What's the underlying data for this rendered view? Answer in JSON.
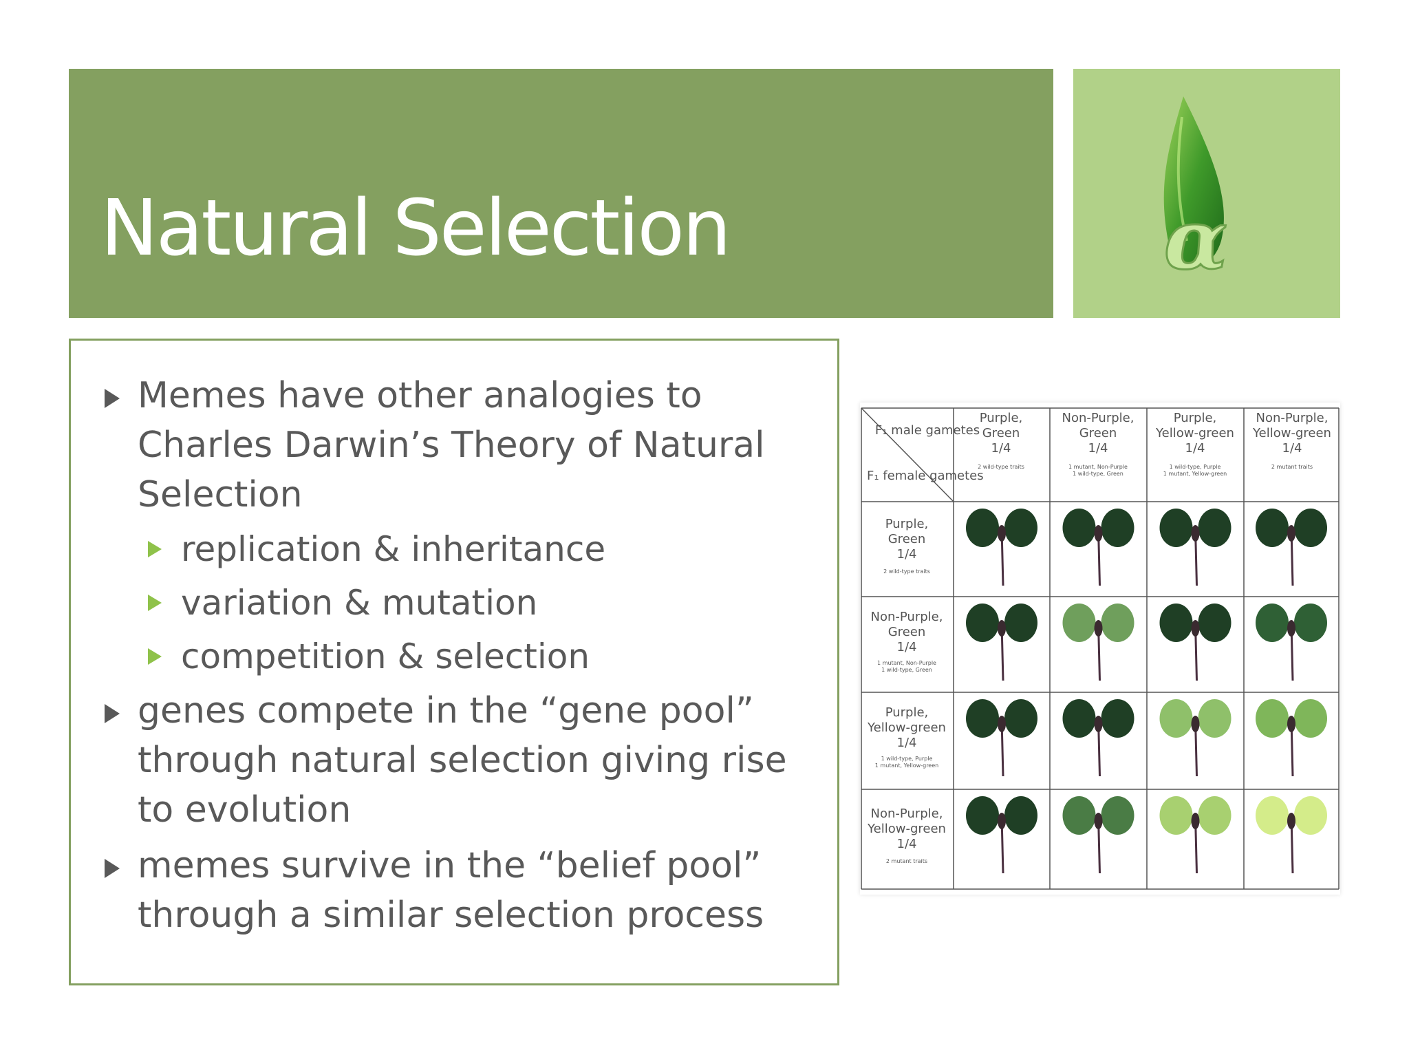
{
  "slide": {
    "title": "Natural Selection",
    "logo_glyph": "α",
    "accent_color": "#84a060",
    "logo_bg_color": "#b1d188",
    "bullets": [
      {
        "level": 1,
        "text": "Memes have other analogies to Charles Darwin’s Theory of Natural Selection"
      },
      {
        "level": 2,
        "text": "replication & inheritance"
      },
      {
        "level": 2,
        "text": "variation & mutation"
      },
      {
        "level": 2,
        "text": "competition & selection"
      },
      {
        "level": 1,
        "text": "genes compete in the “gene pool” through natural selection giving rise to evolution"
      },
      {
        "level": 1,
        "text": "memes survive in the “belief pool” through a similar selection process"
      }
    ]
  },
  "punnett": {
    "corner_top": "F₁ male gametes",
    "corner_bottom": "F₁ female gametes",
    "columns": [
      {
        "lines": [
          "Purple,",
          "Green",
          "1/4"
        ],
        "note": [
          "2 wild-type traits"
        ]
      },
      {
        "lines": [
          "Non-Purple,",
          "Green",
          "1/4"
        ],
        "note": [
          "1 mutant, Non-Purple",
          "1 wild-type, Green"
        ]
      },
      {
        "lines": [
          "Purple,",
          "Yellow-green",
          "1/4"
        ],
        "note": [
          "1 wild-type, Purple",
          "1 mutant, Yellow-green"
        ]
      },
      {
        "lines": [
          "Non-Purple,",
          "Yellow-green",
          "1/4"
        ],
        "note": [
          "2 mutant traits"
        ]
      }
    ],
    "rows": [
      {
        "lines": [
          "Purple,",
          "Green",
          "1/4"
        ],
        "note": [
          "2 wild-type traits"
        ]
      },
      {
        "lines": [
          "Non-Purple,",
          "Green",
          "1/4"
        ],
        "note": [
          "1 mutant, Non-Purple",
          "1 wild-type, Green"
        ]
      },
      {
        "lines": [
          "Purple,",
          "Yellow-green",
          "1/4"
        ],
        "note": [
          "1 wild-type, Purple",
          "1 mutant, Yellow-green"
        ]
      },
      {
        "lines": [
          "Non-Purple,",
          "Yellow-green",
          "1/4"
        ],
        "note": [
          "2 mutant traits"
        ]
      }
    ],
    "seedling_colors": [
      [
        "#1f3f25",
        "#1f3f25",
        "#1f3f25",
        "#1f3f25"
      ],
      [
        "#1f3f25",
        "#6f9f5c",
        "#1f3f25",
        "#2f6035"
      ],
      [
        "#1f3f25",
        "#1f3f25",
        "#8fc06a",
        "#7fb65a"
      ],
      [
        "#1f3f25",
        "#4a7c45",
        "#a8d070",
        "#d4ec8a"
      ]
    ]
  }
}
